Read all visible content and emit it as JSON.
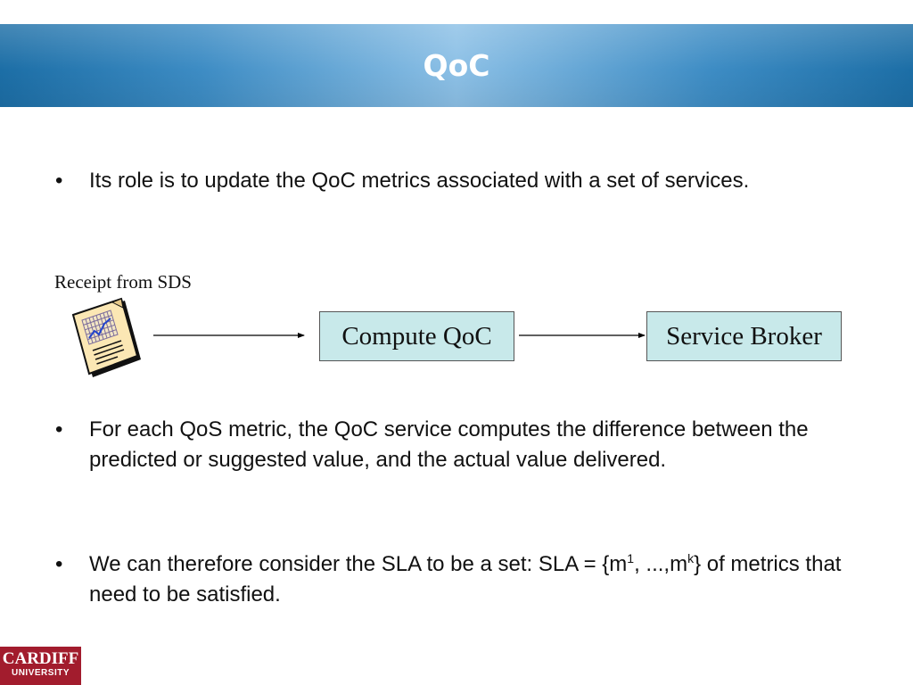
{
  "slide": {
    "title": "QoC"
  },
  "bullets": [
    {
      "marker": "•",
      "text": "Its role is to update the QoC metrics associated with a set of services."
    },
    {
      "marker": "•",
      "text": "For each QoS metric, the QoC service computes the difference between the predicted or suggested value, and the actual value delivered."
    },
    {
      "marker": "•",
      "text_before": "We can therefore consider the SLA to be a set: SLA = {m",
      "sup1": "1",
      "text_middle": ", ...,m",
      "sup2": "k",
      "text_after": "} of metrics that need to be satisfied."
    }
  ],
  "diagram": {
    "source_label": "Receipt from SDS",
    "source_icon": "receipt-document-icon",
    "nodes": [
      {
        "id": "compute",
        "label": "Compute QoC"
      },
      {
        "id": "broker",
        "label": "Service Broker"
      }
    ],
    "edges": [
      {
        "from": "receipt",
        "to": "compute"
      },
      {
        "from": "compute",
        "to": "broker"
      }
    ],
    "colors": {
      "box_fill": "#c8e9ea",
      "box_border": "#555555",
      "arrow": "#000000"
    }
  },
  "logo": {
    "line1": "CARDIFF",
    "line2": "UNIVERSITY",
    "color": "#a21c2d"
  },
  "theme": {
    "title_bar": "#3d8cc4",
    "title_text": "#ffffff"
  }
}
